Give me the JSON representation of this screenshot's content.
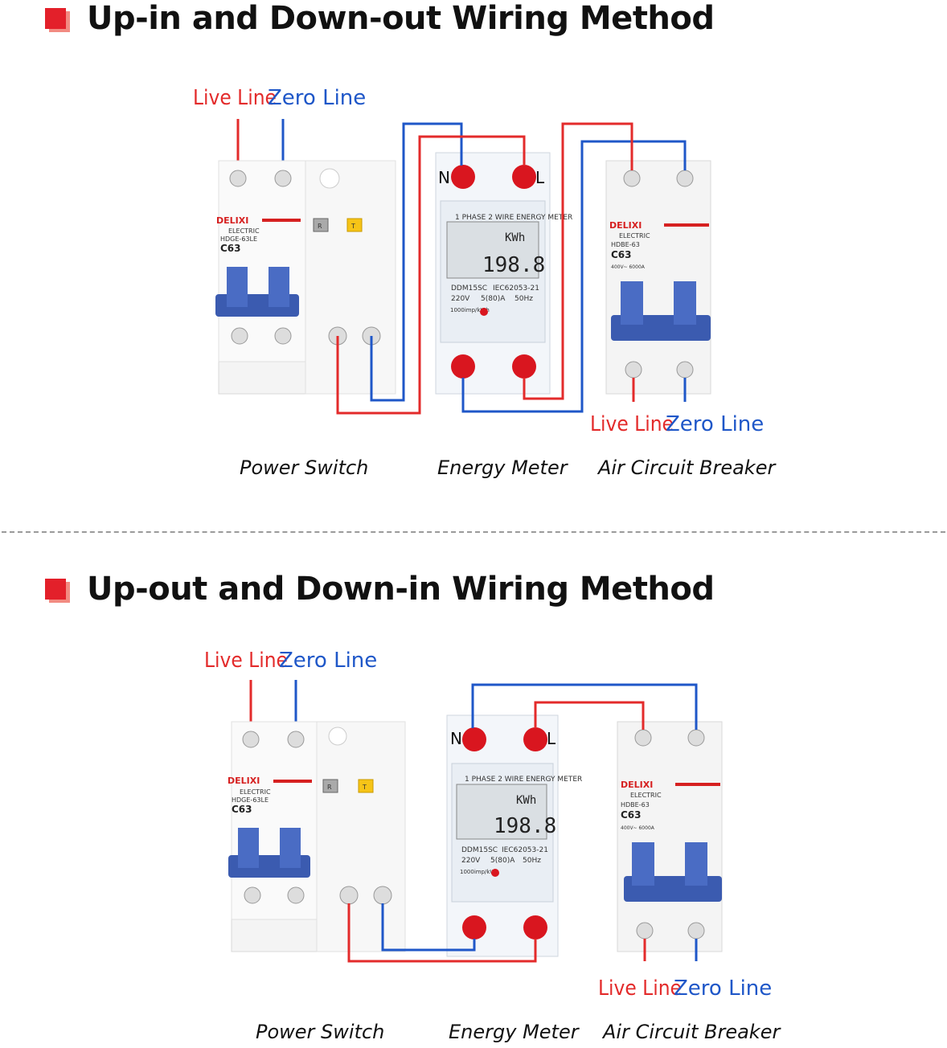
{
  "sections": [
    {
      "title": "Up-in and Down-out Wiring Method",
      "top_labels": {
        "live": "Live Line",
        "zero": "Zero Line"
      },
      "bottom_labels": {
        "live": "Live Line",
        "zero": "Zero Line"
      },
      "captions": [
        "Power Switch",
        "Energy Meter",
        "Air Circuit Breaker"
      ]
    },
    {
      "title": "Up-out and Down-in Wiring Method",
      "top_labels": {
        "live": "Live Line",
        "zero": "Zero Line"
      },
      "bottom_labels": {
        "live": "Live Line",
        "zero": "Zero Line"
      },
      "captions": [
        "Power Switch",
        "Energy Meter",
        "Air Circuit Breaker"
      ]
    }
  ],
  "devices": {
    "power_switch": {
      "brand": "DELIXI",
      "brand_sub": "ELECTRIC",
      "type": "HDGE-63LE",
      "model": "C63",
      "btn_r": "R",
      "btn_t": "T"
    },
    "meter": {
      "header": "1 PHASE 2 WIRE ENERGY METER",
      "unit": "KWh",
      "reading": "198.8",
      "model": "DDM15SC",
      "standard": "IEC62053-21",
      "voltage": "220V",
      "current": "5(80)A",
      "freq": "50Hz",
      "imp": "1000imp/kWh",
      "n": "N",
      "l": "L"
    },
    "breaker": {
      "brand": "DELIXI",
      "brand_sub": "ELECTRIC",
      "type": "HDBE-63",
      "model": "C63",
      "spec": "400V~ 6000A"
    }
  },
  "colors": {
    "live": "#e32b2b",
    "zero": "#1f57c8",
    "terminal": "#d9161f",
    "handle": "#3b5bb0",
    "accent": "#e3202a"
  }
}
